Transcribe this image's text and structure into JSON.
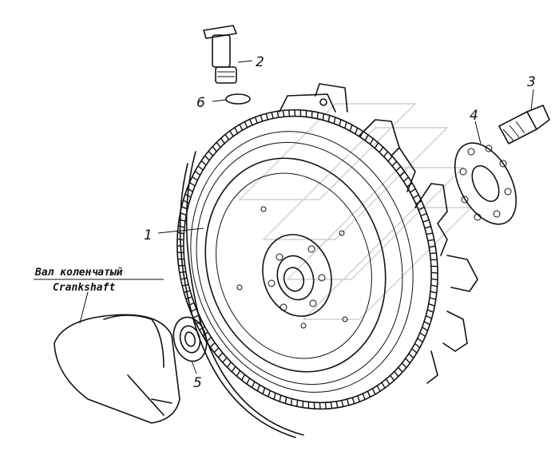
{
  "figure": {
    "callouts": [
      {
        "id": "part-1",
        "label": "1"
      },
      {
        "id": "part-2",
        "label": "2"
      },
      {
        "id": "part-3",
        "label": "3"
      },
      {
        "id": "part-4",
        "label": "4"
      },
      {
        "id": "part-5",
        "label": "5"
      },
      {
        "id": "part-6",
        "label": "6"
      }
    ],
    "crankshaft_caption": {
      "ru": "Вал коленчатый",
      "en": "Crankshaft"
    }
  }
}
